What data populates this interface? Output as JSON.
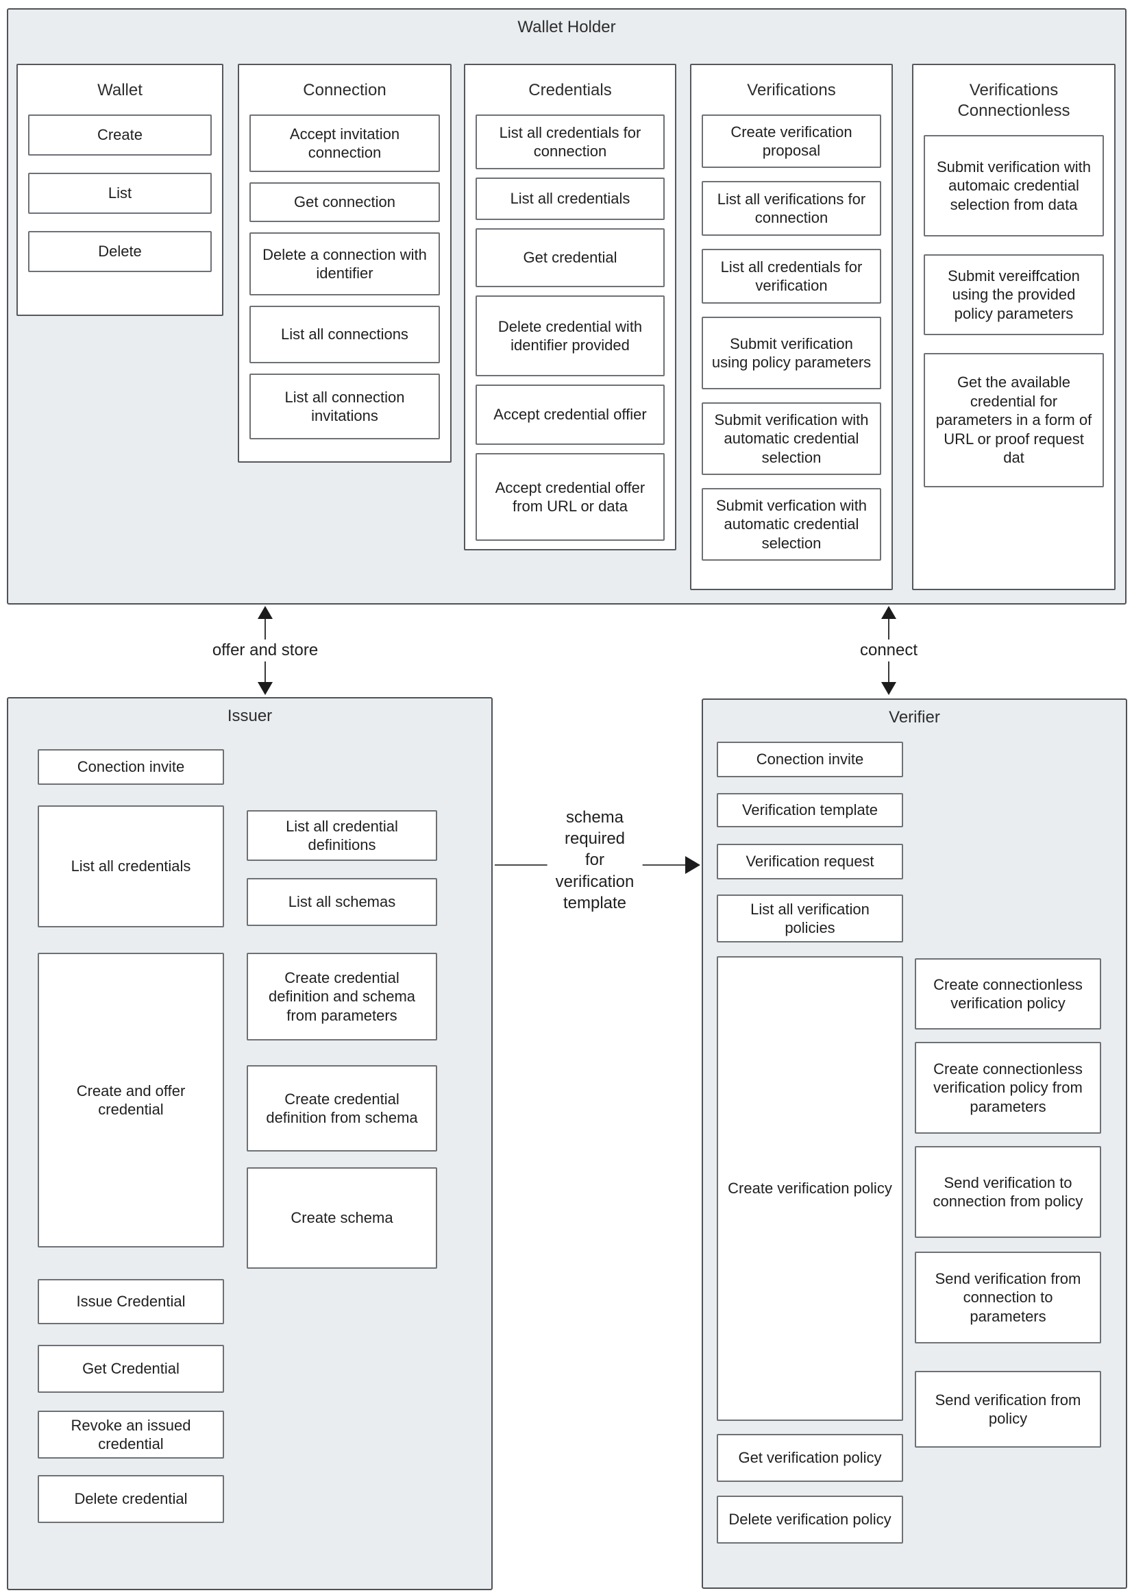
{
  "wallet_holder": {
    "title": "Wallet Holder",
    "cols": [
      {
        "title": "Wallet",
        "items": [
          "Create",
          "List",
          "Delete"
        ]
      },
      {
        "title": "Connection",
        "items": [
          "Accept invitation connection",
          "Get connection",
          "Delete a connection with identifier",
          "List all connections",
          "List all connection invitations"
        ]
      },
      {
        "title": "Credentials",
        "items": [
          "List all credentials for connection",
          "List all credentials",
          "Get credential",
          "Delete credential with identifier provided",
          "Accept credential offier",
          "Accept credential offer from URL or data"
        ]
      },
      {
        "title": "Verifications",
        "items": [
          "Create verification proposal",
          "List all verifications for connection",
          "List all credentials for verification",
          "Submit verification using policy parameters",
          "Submit verification with automatic credential selection",
          "Submit verfication with automatic credential selection"
        ]
      },
      {
        "title": "Verifications Connectionless",
        "items": [
          "Submit verification with automaic credential selection from data",
          "Submit vereiffcation using the provided policy parameters",
          "Get the available credential for parameters in a form of URL or proof request dat"
        ]
      }
    ]
  },
  "issuer": {
    "title": "Issuer",
    "left": [
      "Conection invite",
      "List all credentials",
      "Create and offer credential",
      "Issue Credential",
      "Get Credential",
      "Revoke an issued credential",
      "Delete credential"
    ],
    "right": [
      "List all credential definitions",
      "List all schemas",
      "Create credential definition and schema from parameters",
      "Create credential definition from schema",
      "Create schema"
    ]
  },
  "verifier": {
    "title": "Verifier",
    "left": [
      "Conection invite",
      "Verification template",
      "Verification request",
      "List all verification policies",
      "Create verification policy",
      "Get verification policy",
      "Delete verification policy"
    ],
    "right": [
      "Create connectionless verification policy",
      "Create connectionless verification policy from parameters",
      "Send verification to connection from policy",
      "Send verification from connection to parameters",
      "Send verification from policy"
    ]
  },
  "arrows": {
    "offer_and_store": "offer and store",
    "connect": "connect",
    "schema_label": "schema\nrequired\nfor\nverification\ntemplate"
  },
  "colors": {
    "section_fill": "#e9edf0",
    "section_border": "#4e5256",
    "box_border": "#6d7175",
    "text": "#1f1f1f"
  }
}
